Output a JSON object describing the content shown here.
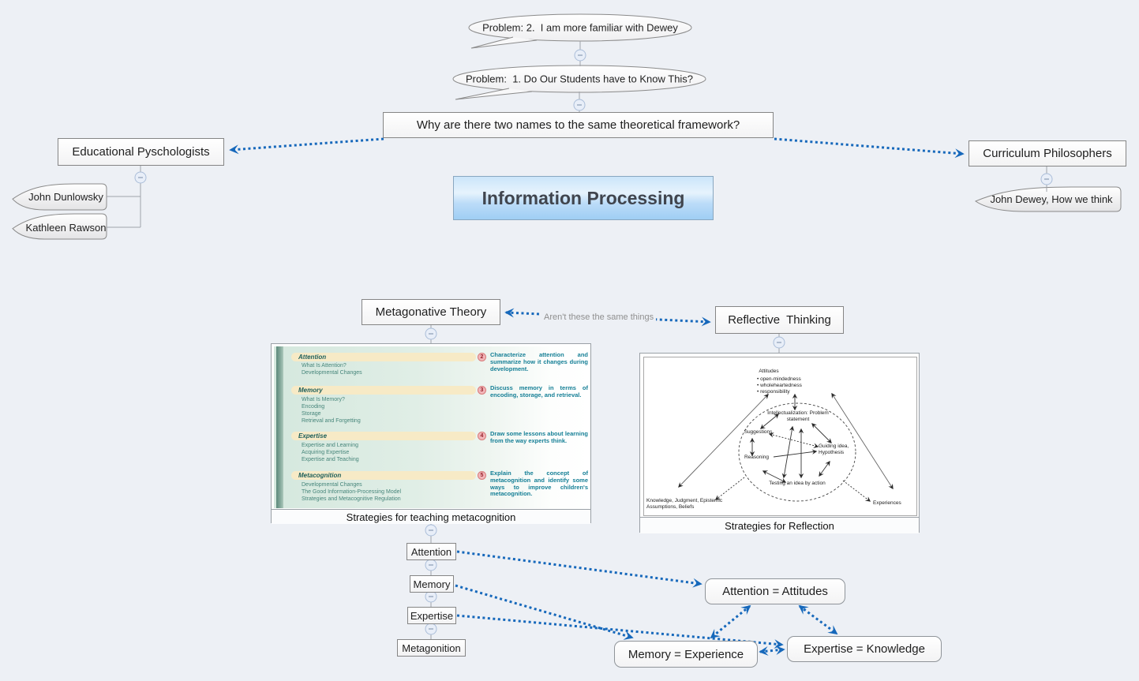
{
  "canvas": {
    "app_kind": "mind-map",
    "colors": {
      "background": "#edf0f5",
      "relationship_arrow": "#1668bb",
      "tree_line": "#a0a4ab"
    }
  },
  "icons": {
    "collapse_toggle": "minus-circle"
  },
  "bubbles": [
    {
      "text": "Problem: 2.  I am more familiar with Dewey"
    },
    {
      "text": "Problem:  1. Do Our Students have to Know This?"
    }
  ],
  "topics": {
    "question": "Why are there two names to the same theoretical framework?",
    "central": "Information Processing",
    "left_branch": {
      "title": "Educational Pyschologists",
      "children": [
        "John Dunlowsky",
        "Kathleen Rawson"
      ]
    },
    "right_branch": {
      "title": "Curriculum Philosophers",
      "children": [
        "John Dewey, How we think"
      ]
    },
    "metacognitive": "Metagonative Theory",
    "reflective": "Reflective  Thinking",
    "relationship_label": "Aren't these the same things",
    "chain": [
      "Attention",
      "Memory",
      "Expertise",
      "Metagonition"
    ],
    "equivalences": [
      "Attention = Attitudes",
      "Memory = Experience",
      "Expertise = Knowledge"
    ]
  },
  "textbook_panel": {
    "caption": "Strategies for teaching metacognition",
    "sections": [
      {
        "title": "Attention",
        "items": [
          "What Is Attention?",
          "Developmental Changes"
        ],
        "goal_number": "2",
        "goal": "Characterize attention and summarize how it changes during development."
      },
      {
        "title": "Memory",
        "items": [
          "What Is Memory?",
          "Encoding",
          "Storage",
          "Retrieval and Forgetting"
        ],
        "goal_number": "3",
        "goal": "Discuss memory in terms of encoding, storage, and retrieval."
      },
      {
        "title": "Expertise",
        "items": [
          "Expertise and Learning",
          "Acquiring Expertise",
          "Expertise and Teaching"
        ],
        "goal_number": "4",
        "goal": "Draw some lessons about learning from the way experts think."
      },
      {
        "title": "Metacognition",
        "items": [
          "Developmental Changes",
          "The Good Information-Processing Model",
          "Strategies and Metacognitive Regulation"
        ],
        "goal_number": "5",
        "goal": "Explain the concept of metacognition and identify some ways to improve children's metacognition."
      }
    ]
  },
  "reflection_panel": {
    "caption": "Strategies for Reflection",
    "labels": {
      "attitudes_title": "Attitudes",
      "attitudes_items": [
        "• open-mindedness",
        "• wholeheartedness",
        "• responsibility"
      ],
      "intellectualization": "Intellectualization: Problem statement",
      "suggestions": "Suggestions",
      "guiding": "Guiding idea, Hypothesis",
      "reasoning": "Reasoning",
      "testing": "Testing an idea by action",
      "knowledge": "Knowledge, Judgment, Epistemic Assumptions, Beliefs",
      "experiences": "Experiences"
    }
  }
}
